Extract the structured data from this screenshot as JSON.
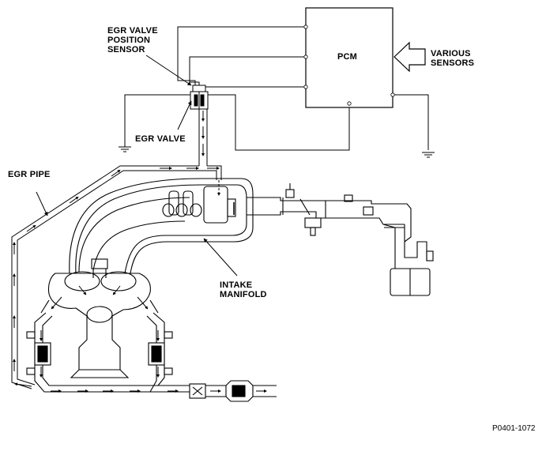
{
  "labels": {
    "egr_valve_position_sensor": "EGR VALVE\nPOSITION\nSENSOR",
    "pcm": "PCM",
    "various_sensors": "VARIOUS\nSENSORS",
    "egr_valve": "EGR VALVE",
    "egr_pipe": "EGR PIPE",
    "intake_manifold": "INTAKE\nMANIFOLD"
  },
  "figure_ref": "P0401-1072"
}
